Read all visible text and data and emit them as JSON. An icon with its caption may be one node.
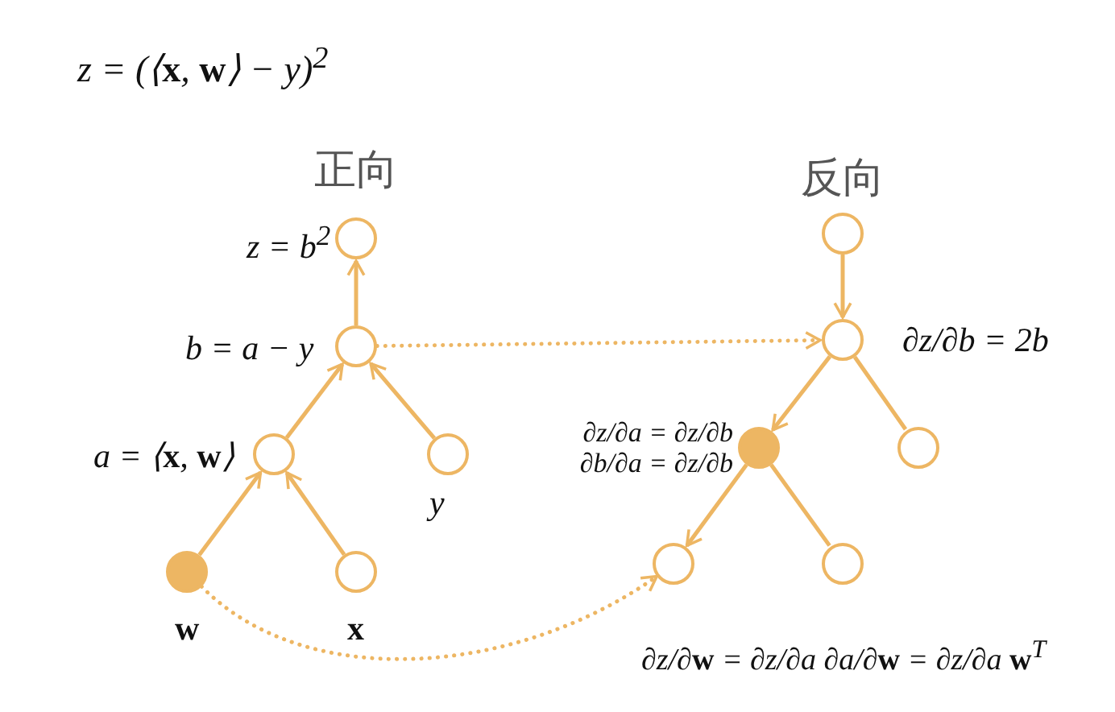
{
  "diagram": {
    "title": "z = (⟨**x**, **w**⟩ − y)$^{2}$",
    "nodes": [
      {
        "text": [],
        "shape": "circle",
        "beside": [
          "z = b$^{2}$"
        ]
      },
      {
        "text": [],
        "shape": "circle",
        "beside": [
          "b = a − y"
        ]
      },
      {
        "text": [],
        "shape": "circle",
        "beside": [
          "a = ⟨**x**, **w**⟩"
        ]
      },
      {
        "text": [],
        "shape": "circle",
        "beside": [
          "y"
        ]
      },
      {
        "text": [],
        "shape": "circle",
        "beside": [
          "**w**"
        ]
      },
      {
        "text": [],
        "shape": "circle",
        "beside": [
          "**x**"
        ]
      },
      {
        "text": [],
        "shape": "circle"
      },
      {
        "text": [],
        "shape": "circle",
        "beside": [
          "∂z/∂b = 2b"
        ]
      },
      {
        "text": [],
        "shape": "circle",
        "beside": [
          "∂z/∂a = ∂z/∂b ∂b/∂a = ∂z/∂b"
        ]
      },
      {
        "text": [],
        "shape": "circle"
      },
      {
        "text": [],
        "shape": "circle",
        "beside": [
          "∂z/∂**w** = ∂z/∂a ∂a/∂**w** = ∂z/∂a **w**$^{T}$"
        ]
      },
      {
        "text": [],
        "shape": "circle"
      }
    ],
    "edges": [
      {
        "from": 1,
        "to": 0,
        "arrow": "to"
      },
      {
        "from": 2,
        "to": 1,
        "arrow": "to"
      },
      {
        "from": 3,
        "to": 1,
        "arrow": "to"
      },
      {
        "from": 4,
        "to": 2,
        "arrow": "to"
      },
      {
        "from": 5,
        "to": 2,
        "arrow": "to"
      },
      {
        "from": 6,
        "to": 7,
        "arrow": "to"
      },
      {
        "from": 7,
        "to": 8,
        "arrow": "to"
      },
      {
        "from": 7,
        "to": 9,
        "arrow": "none"
      },
      {
        "from": 8,
        "to": 10,
        "arrow": "to"
      },
      {
        "from": 8,
        "to": 11,
        "arrow": "none"
      },
      {
        "from": 1,
        "to": 7,
        "arrow": "to",
        "style": "dashed"
      },
      {
        "from": 4,
        "to": 10,
        "arrow": "to",
        "style": "dashed"
      }
    ],
    "labels": [
      "正向",
      "反向"
    ]
  }
}
